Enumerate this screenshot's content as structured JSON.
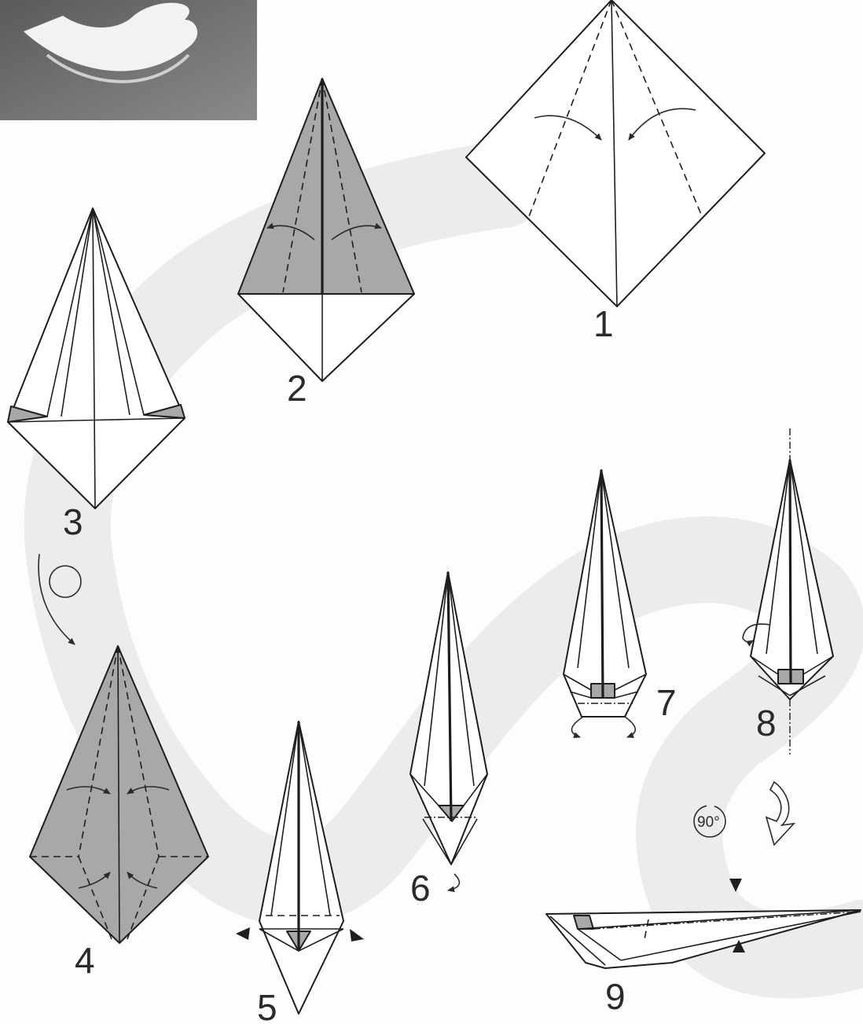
{
  "steps": [
    {
      "number": "1"
    },
    {
      "number": "2"
    },
    {
      "number": "3"
    },
    {
      "number": "4"
    },
    {
      "number": "5"
    },
    {
      "number": "6"
    },
    {
      "number": "7"
    },
    {
      "number": "8"
    },
    {
      "number": "9"
    }
  ],
  "rotation_label": "90°",
  "colors": {
    "paper": "#ffffff",
    "shaded_side": "#a8a8a8",
    "background_ribbon": "#e8e8e8",
    "lines": "#1e1e1e"
  },
  "photo": {
    "icon": "finished-swan-photo"
  }
}
